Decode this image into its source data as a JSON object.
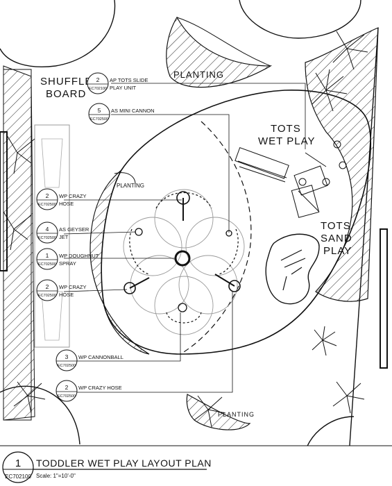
{
  "areas": {
    "shuffle_board": [
      "SHUFFLE",
      "BOARD"
    ],
    "tots_wet_play": [
      "TOTS",
      "WET PLAY"
    ],
    "tots_sand_play": [
      "TOTS",
      "SAND",
      "PLAY"
    ],
    "planting_top": "PLANTING",
    "planting_left": "PLANTING",
    "planting_bottom": "PLANTING"
  },
  "callouts": [
    {
      "qty": "2",
      "code": "EC702100",
      "label": [
        "AP TOTS SLIDE",
        "PLAY UNIT"
      ]
    },
    {
      "qty": "5",
      "code": "EC702500",
      "label": [
        "AS MINI CANNON"
      ]
    },
    {
      "qty": "2",
      "code": "EC702500",
      "label": [
        "WP CRAZY",
        "HOSE"
      ]
    },
    {
      "qty": "4",
      "code": "EC702500",
      "label": [
        "AS GEYSER",
        "JET"
      ]
    },
    {
      "qty": "1",
      "code": "EC702500",
      "label": [
        "WP DOUGHNUT",
        "SPRAY"
      ]
    },
    {
      "qty": "2",
      "code": "EC702500",
      "label": [
        "WP CRAZY",
        "HOSE"
      ]
    },
    {
      "qty": "3",
      "code": "EC702500",
      "label": [
        "WP CANNONBALL"
      ]
    },
    {
      "qty": "2",
      "code": "EC702500",
      "label": [
        "WP CRAZY HOSE"
      ]
    }
  ],
  "title_block": {
    "number": "1",
    "sheet": "EC702100",
    "title": "TODDLER WET PLAY LAYOUT PLAN",
    "scale": "Scale: 1\"=10'-0\""
  }
}
